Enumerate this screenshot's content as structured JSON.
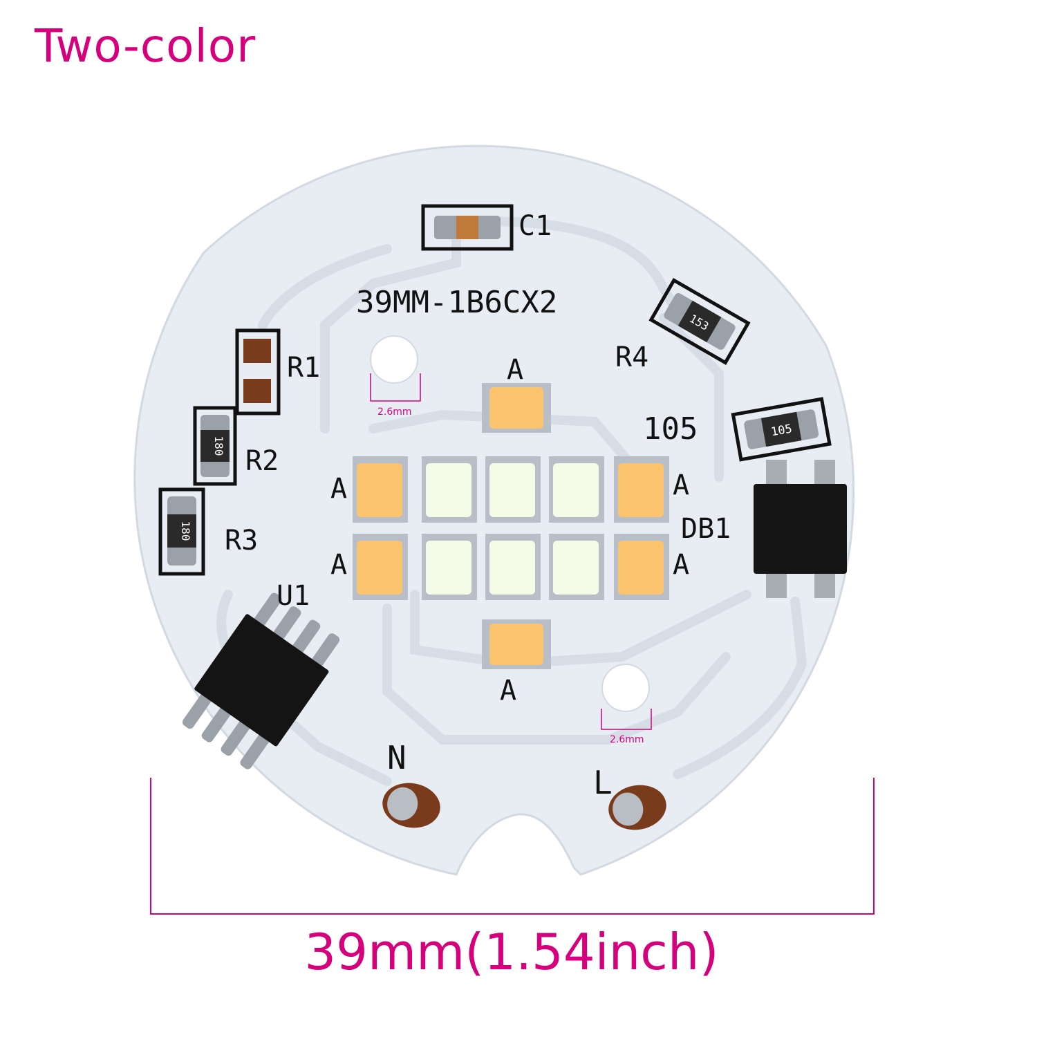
{
  "title": "Two-color",
  "dimension_label": "39mm(1.54inch)",
  "hole_label": "2.6mm",
  "board": {
    "model": "39MM-1B6CX2",
    "components": {
      "c1": "C1",
      "r1": "R1",
      "r2": "R2",
      "r3": "R3",
      "r4": "R4",
      "u1": "U1",
      "db1": "DB1",
      "code_105": "105"
    },
    "resistor_marks": {
      "r2": "180",
      "r3": "180",
      "r4": "153",
      "r5": "105"
    },
    "led_mark": "A",
    "terminals": {
      "neutral": "N",
      "live": "L"
    }
  },
  "colors": {
    "accent": "#d6007c",
    "board": "#e8edf3",
    "warm_led": "#fbc36e",
    "cool_led": "#f4fbe6",
    "silkscreen": "#111111",
    "copper_pad": "#7a3a1c"
  }
}
